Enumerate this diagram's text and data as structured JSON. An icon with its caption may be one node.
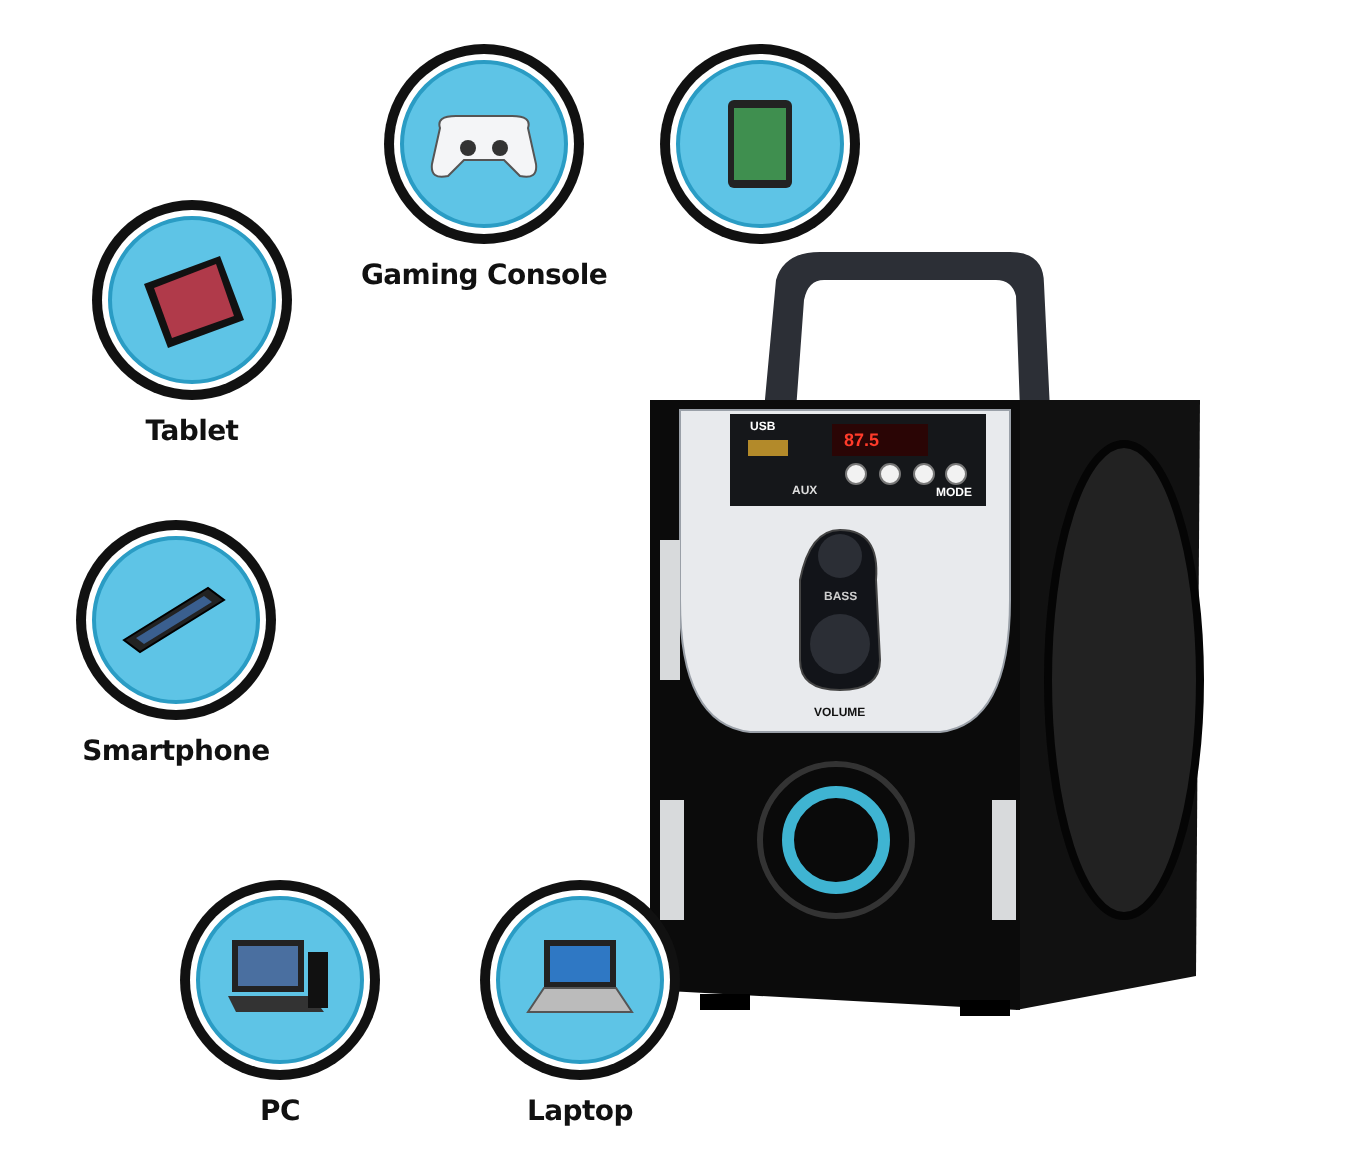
{
  "diagram": {
    "nodes": [
      {
        "text": [
          "Gaming Console"
        ]
      },
      {
        "text": [],
        "shape": "circle"
      },
      {
        "text": [
          "Tablet"
        ]
      },
      {
        "text": [
          "Smartphone"
        ]
      },
      {
        "text": [
          "PC"
        ]
      },
      {
        "text": [
          "Laptop"
        ]
      }
    ],
    "labels": [
      "USB",
      "87.5",
      "AUX",
      "MODE",
      "BASS",
      "VOLUME"
    ]
  }
}
